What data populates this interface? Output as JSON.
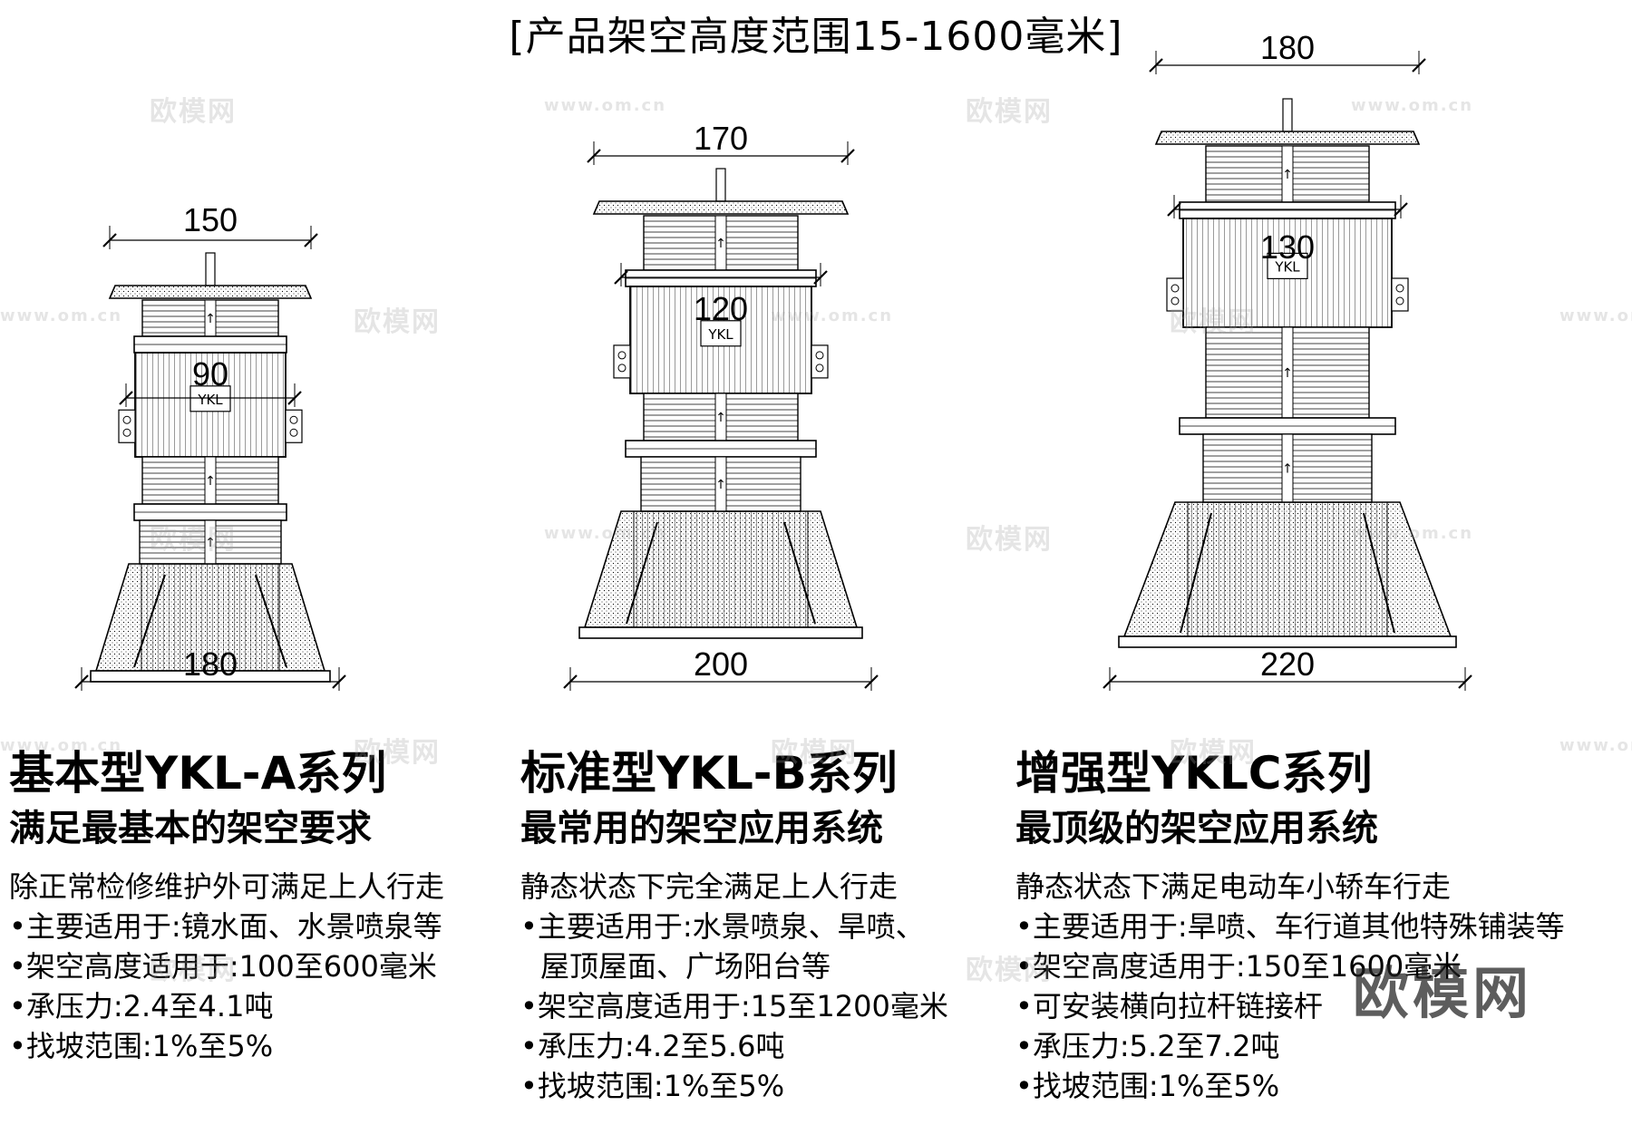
{
  "title": "[产品架空高度范围15-1600毫米]",
  "pedestals": [
    {
      "id": "A",
      "top_width": "150",
      "mid_width": "90",
      "base_width": "180",
      "badge": "YKL"
    },
    {
      "id": "B",
      "top_width": "170",
      "mid_width": "120",
      "base_width": "200",
      "badge": "YKL"
    },
    {
      "id": "C",
      "top_width": "180",
      "mid_width": "130",
      "base_width": "220",
      "badge": "YKL"
    }
  ],
  "series": [
    {
      "name": "基本型YKL-A系列",
      "subtitle": "满足最基本的架空要求",
      "description": "除正常检修维护外可满足上人行走",
      "features": [
        "•主要适用于:镜水面、水景喷泉等",
        "•架空高度适用于:100至600毫米",
        "•承压力:2.4至4.1吨",
        "•找坡范围:1%至5%"
      ]
    },
    {
      "name": "标准型YKL-B系列",
      "subtitle": "最常用的架空应用系统",
      "description": "静态状态下完全满足上人行走",
      "features": [
        "•主要适用于:水景喷泉、旱喷、",
        "屋顶屋面、广场阳台等",
        "•架空高度适用于:15至1200毫米",
        "•承压力:4.2至5.6吨",
        "•找坡范围:1%至5%"
      ]
    },
    {
      "name": "增强型YKLC系列",
      "subtitle": "最顶级的架空应用系统",
      "description": "静态状态下满足电动车小轿车行走",
      "features": [
        "•主要适用于:旱喷、车行道其他特殊铺装等",
        "•架空高度适用于:150至1600毫米",
        "•可安装横向拉杆链接杆",
        "•承压力:5.2至7.2吨",
        "•找坡范围:1%至5%"
      ]
    }
  ],
  "watermark": {
    "brand": "欧模网",
    "url": "www.om.cn"
  }
}
